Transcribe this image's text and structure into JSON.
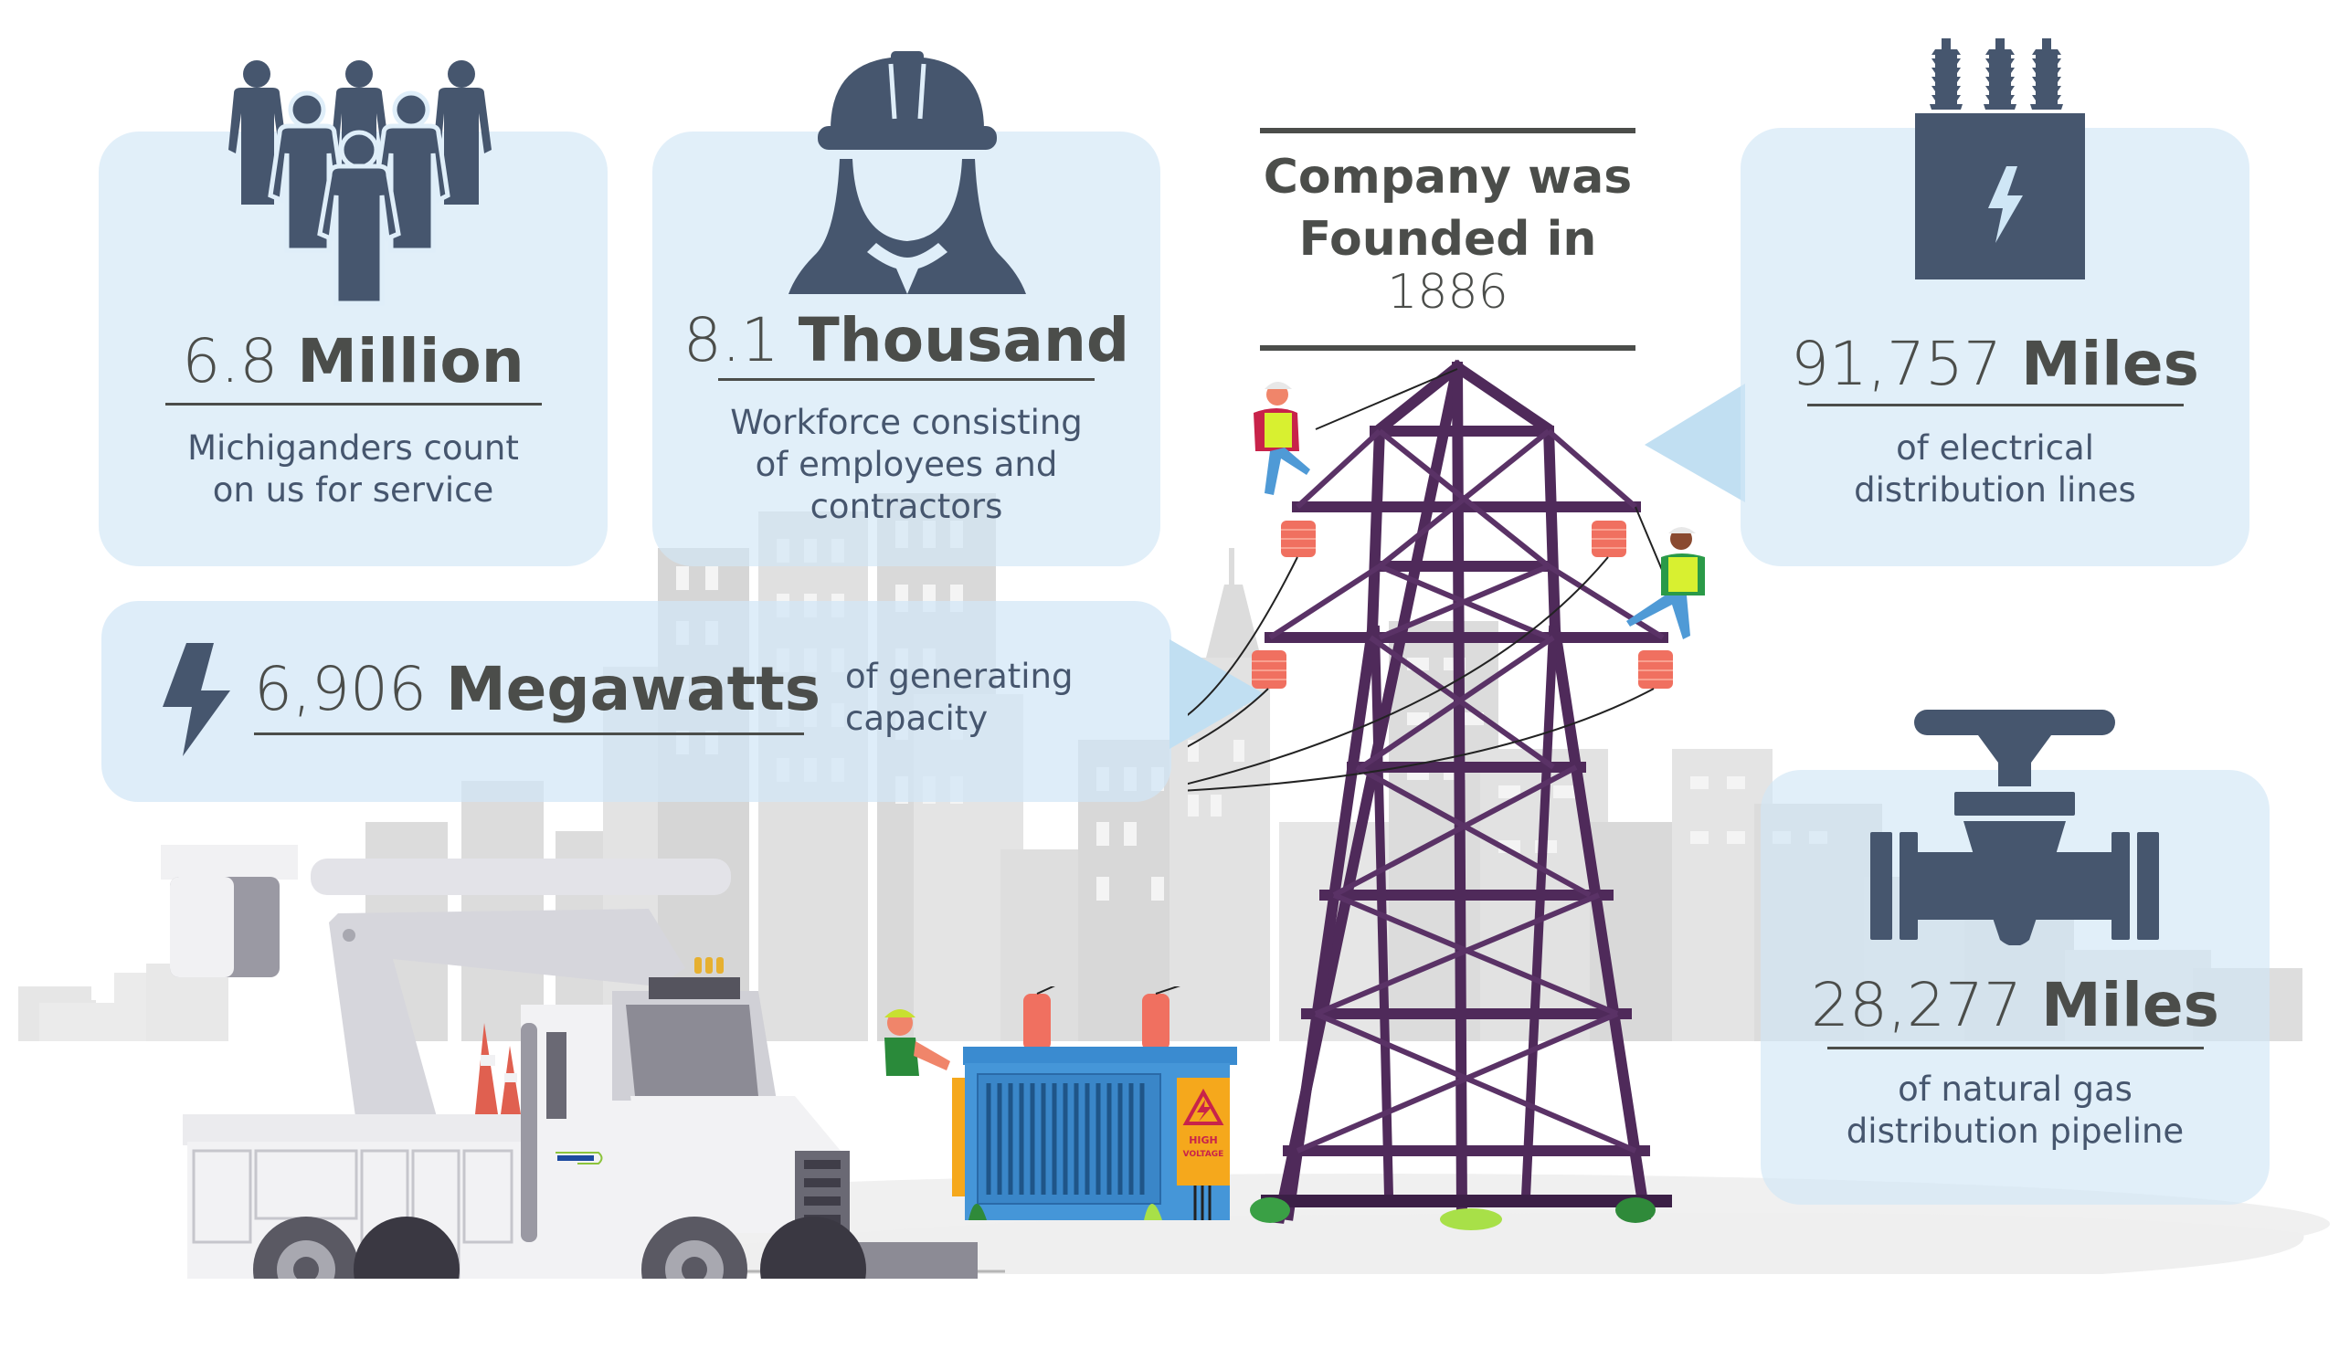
{
  "colors": {
    "card_fill": "#dfeef9",
    "card_pointer": "#c1dff2",
    "icon": "#46566e",
    "number_text": "#4b4d4a",
    "desc_text": "#46566e",
    "tower": "#4f2a5a",
    "insulator": "#f07060",
    "transformer_box": "#4596d8",
    "warning_sign": "#f5a81c",
    "buildings": "#e2e2e2"
  },
  "stats": {
    "customers": {
      "icon": "people-group-icon",
      "number": "6.8",
      "unit": "Million",
      "description_lines": [
        "Michiganders count",
        "on us for service"
      ]
    },
    "workforce": {
      "icon": "female-worker-hardhat-icon",
      "number": "8.1",
      "unit": "Thousand",
      "description_lines": [
        "Workforce consisting",
        "of employees and",
        "contractors"
      ]
    },
    "founded": {
      "line1": "Company was",
      "line2": "Founded in",
      "year": "1886"
    },
    "electric_lines": {
      "icon": "transformer-bolt-icon",
      "number": "91,757",
      "unit": "Miles",
      "description_lines": [
        "of electrical",
        "distribution lines"
      ]
    },
    "generation": {
      "icon": "lightning-bolt-icon",
      "number": "6,906",
      "unit": "Megawatts",
      "description_lines": [
        "of generating",
        "capacity"
      ]
    },
    "gas_pipeline": {
      "icon": "pipe-valve-icon",
      "number": "28,277",
      "unit": "Miles",
      "description_lines": [
        "of natural gas",
        "distribution pipeline"
      ]
    }
  },
  "illustration": {
    "warning_sign_lines": [
      "HIGH",
      "VOLTAGE"
    ],
    "elements": [
      "bucket-truck",
      "traffic-cones",
      "ground-worker",
      "pad-transformer",
      "transmission-tower",
      "climbing-worker-left",
      "climbing-worker-right",
      "city-skyline"
    ]
  }
}
